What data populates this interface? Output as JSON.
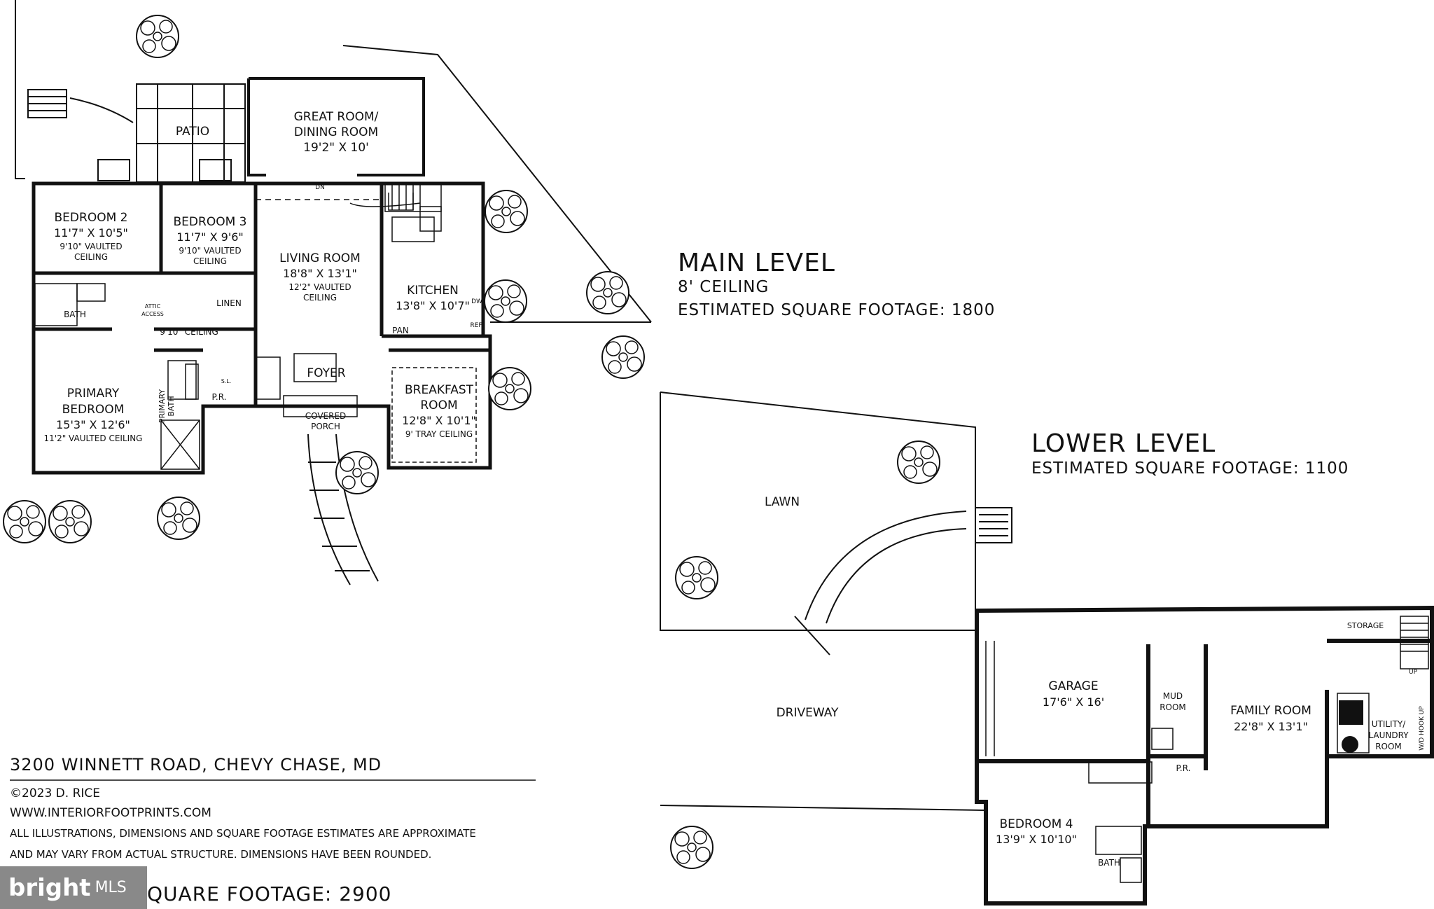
{
  "main_level": {
    "title": "MAIN LEVEL",
    "ceiling": "8' CEILING",
    "square_footage": "ESTIMATED SQUARE FOOTAGE:  1800"
  },
  "lower_level": {
    "title": "LOWER LEVEL",
    "square_footage": "ESTIMATED SQUARE FOOTAGE:  1100"
  },
  "footer": {
    "address": "3200 WINNETT ROAD, CHEVY CHASE, MD",
    "copyright": "©2023 D. RICE",
    "website": "WWW.INTERIORFOOTPRINTS.COM",
    "disclaimer_1": "ALL ILLUSTRATIONS, DIMENSIONS AND SQUARE FOOTAGE ESTIMATES ARE APPROXIMATE",
    "disclaimer_2": "AND MAY VARY FROM ACTUAL STRUCTURE. DIMENSIONS HAVE BEEN ROUNDED.",
    "total_footage": "QUARE FOOTAGE: 2900"
  },
  "watermark": {
    "brand": "bright",
    "suffix": "MLS"
  },
  "rooms": {
    "great_room": [
      "GREAT ROOM/",
      "DINING ROOM",
      "19'2\" X 10'"
    ],
    "patio": "PATIO",
    "bedroom2": [
      "BEDROOM 2",
      "11'7\" X 10'5\"",
      "9'10\" VAULTED",
      "CEILING"
    ],
    "bedroom3": [
      "BEDROOM 3",
      "11'7\" X 9'6\"",
      "9'10\" VAULTED",
      "CEILING"
    ],
    "living": [
      "LIVING ROOM",
      "18'8\" X 13'1\"",
      "12'2\" VAULTED",
      "CEILING"
    ],
    "kitchen": [
      "KITCHEN",
      "13'8\" X 10'7\""
    ],
    "bath": "BATH",
    "attic": [
      "ATTIC",
      "ACCESS"
    ],
    "linen": "LINEN",
    "ceiling_hall": "9'10\" CEILING",
    "primary_bed": [
      "PRIMARY",
      "BEDROOM",
      "15'3\" X 12'6\"",
      "11'2\" VAULTED CEILING"
    ],
    "primary_bath": [
      "PRIMARY",
      "BATH"
    ],
    "pr": "P.R.",
    "foyer": "FOYER",
    "covered_porch": [
      "COVERED",
      "PORCH"
    ],
    "breakfast": [
      "BREAKFAST",
      "ROOM",
      "12'8\" X 10'1\"",
      "9' TRAY CEILING"
    ],
    "pan": "PAN",
    "dw": "DW",
    "ref": "REF",
    "sl": "S.L.",
    "dn": "DN",
    "lawn": "LAWN",
    "driveway": "DRIVEWAY",
    "garage": [
      "GARAGE",
      "17'6\" X 16'"
    ],
    "mud_room": [
      "MUD",
      "ROOM"
    ],
    "family_room": [
      "FAMILY ROOM",
      "22'8\" X 13'1\""
    ],
    "storage": "STORAGE",
    "up": "UP",
    "utility": [
      "UTILITY/",
      "LAUNDRY",
      "ROOM"
    ],
    "wd_hookup": "W/D HOOK UP",
    "bedroom4": [
      "BEDROOM 4",
      "13'9\" X 10'10\""
    ],
    "bath_lower": "BATH",
    "pr_lower": "P.R."
  }
}
